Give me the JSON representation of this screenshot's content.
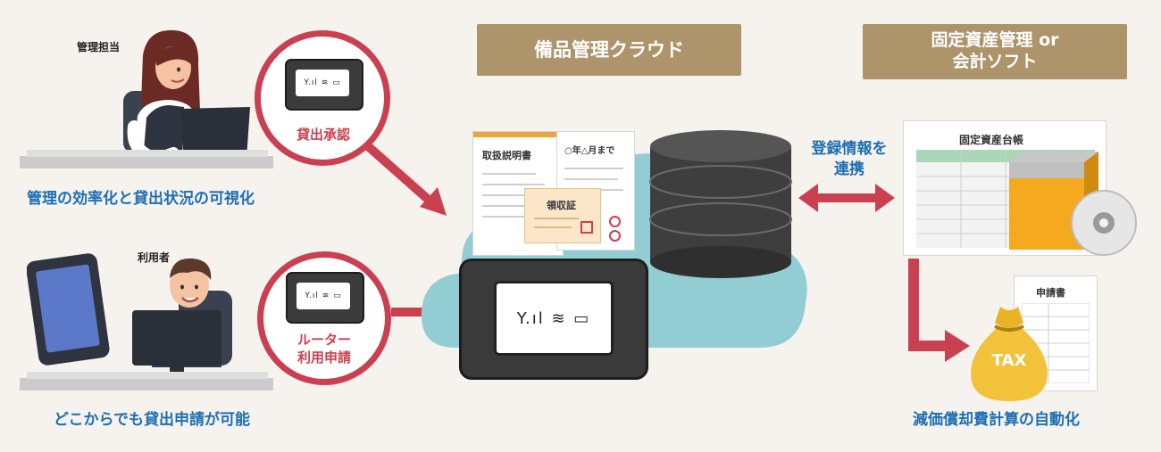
{
  "headers": {
    "cloud": "備品管理クラウド",
    "fixed_line1": "固定資産管理 or",
    "fixed_line2": "会計ソフト"
  },
  "roles": {
    "manager": "管理担当",
    "user": "利用者"
  },
  "circles": {
    "approval": "貸出承認",
    "request_line1": "ルーター",
    "request_line2": "利用申請"
  },
  "router": {
    "icons": "Y.ıl ≋ ▭"
  },
  "documents": {
    "manual": "取扱説明書",
    "deadline": "○年△月まで",
    "receipt": "領収証",
    "ledger": "固定資産台帳",
    "application": "申請書"
  },
  "tax_label": "TAX",
  "link": {
    "line1": "登録情報を",
    "line2": "連携"
  },
  "captions": {
    "manager": "管理の効率化と貸出状況の可視化",
    "user": "どこからでも貸出申請が可能",
    "depreciation": "減価償却費計算の自動化"
  },
  "colors": {
    "header_bg": "#ad946b",
    "accent_red": "#c94150",
    "caption_blue": "#1d6fb3"
  }
}
